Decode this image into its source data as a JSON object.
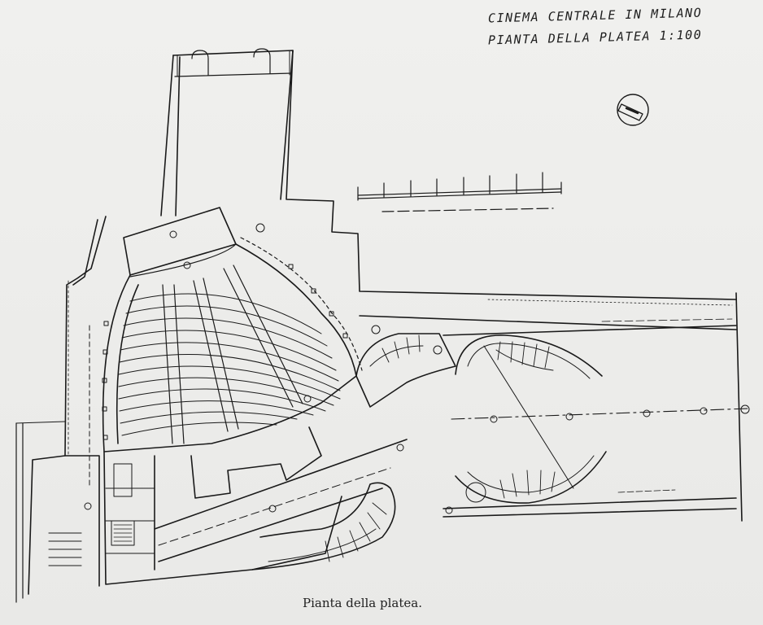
{
  "title": {
    "line1": "CINEMA CENTRALE IN MILANO",
    "line2": "PIANTA DELLA PLATEA 1:100"
  },
  "caption": "Pianta della platea.",
  "colors": {
    "ink": "#1a1a1a",
    "paper": "#ececea"
  },
  "icons": {
    "north_arrow": "north-arrow-icon"
  }
}
